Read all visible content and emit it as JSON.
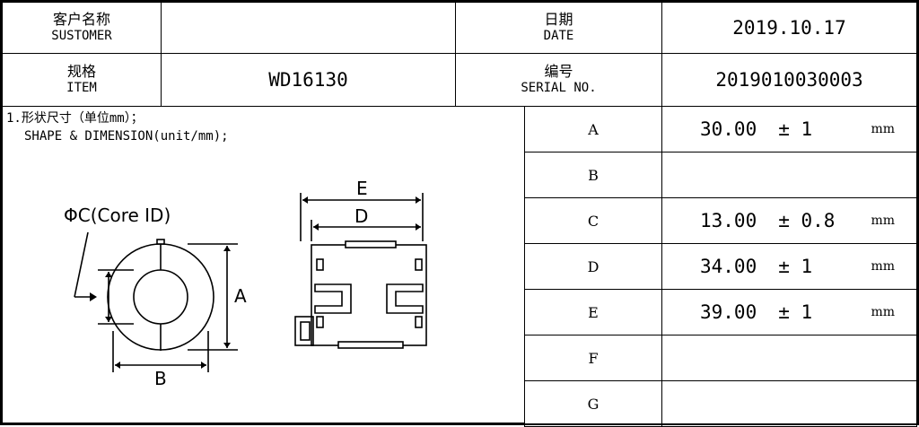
{
  "header": {
    "customer_cn": "客户名称",
    "customer_en": "SUSTOMER",
    "customer_value": "",
    "date_cn": "日期",
    "date_en": "DATE",
    "date_value": "2019.10.17",
    "item_cn": "规格",
    "item_en": "ITEM",
    "item_value": "WD16130",
    "serial_cn": "编号",
    "serial_en": "SERIAL NO.",
    "serial_value": "2019010030003"
  },
  "dimension": {
    "heading_cn": "1.形状尺寸（单位mm）；",
    "heading_en": "SHAPE & DIMENSION(unit/mm);"
  },
  "drawing": {
    "core_id_label": "ΦC(Core ID)",
    "label_a": "A",
    "label_b": "B",
    "label_d": "D",
    "label_e": "E"
  },
  "rows": [
    {
      "label": "A",
      "value": "30.00",
      "tolerance": "± 1",
      "unit": "mm"
    },
    {
      "label": "B",
      "value": "",
      "tolerance": "",
      "unit": ""
    },
    {
      "label": "C",
      "value": "13.00",
      "tolerance": "± 0.8",
      "unit": "mm"
    },
    {
      "label": "D",
      "value": "34.00",
      "tolerance": "± 1",
      "unit": "mm"
    },
    {
      "label": "E",
      "value": "39.00",
      "tolerance": "± 1",
      "unit": "mm"
    },
    {
      "label": "F",
      "value": "",
      "tolerance": "",
      "unit": ""
    },
    {
      "label": "G",
      "value": "",
      "tolerance": "",
      "unit": ""
    }
  ]
}
